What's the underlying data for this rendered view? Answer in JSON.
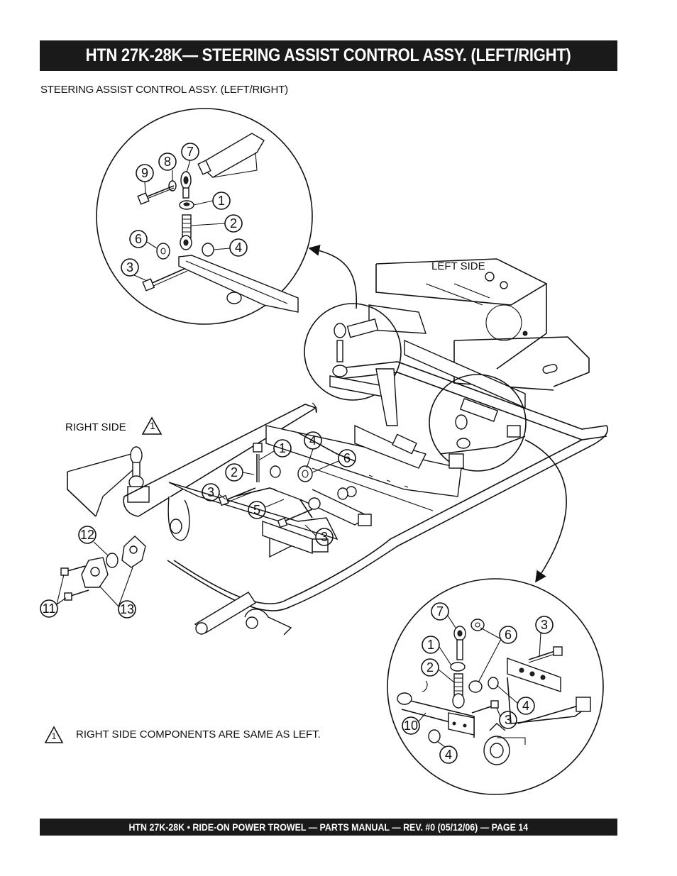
{
  "header": {
    "title": "HTN 27K-28K— STEERING ASSIST CONTROL ASSY. (LEFT/RIGHT)",
    "subtitle": "STEERING ASSIST CONTROL ASSY. (LEFT/RIGHT)"
  },
  "diagram": {
    "left_side_label": "LEFT SIDE",
    "right_side_label": "RIGHT SIDE",
    "note_marker": "1",
    "note_text": "RIGHT SIDE COMPONENTS ARE SAME AS LEFT.",
    "callouts_top_detail": [
      "9",
      "8",
      "7",
      "1",
      "2",
      "6",
      "4",
      "3"
    ],
    "callouts_main": [
      "1",
      "4",
      "6",
      "2",
      "3",
      "5",
      "3",
      "12",
      "11",
      "13"
    ],
    "callouts_bottom_detail": [
      "7",
      "6",
      "3",
      "1",
      "2",
      "4",
      "3",
      "10",
      "4"
    ]
  },
  "footer": {
    "text": "HTN 27K-28K • RIDE-ON POWER TROWEL — PARTS MANUAL — REV. #0 (05/12/06) — PAGE 14"
  }
}
